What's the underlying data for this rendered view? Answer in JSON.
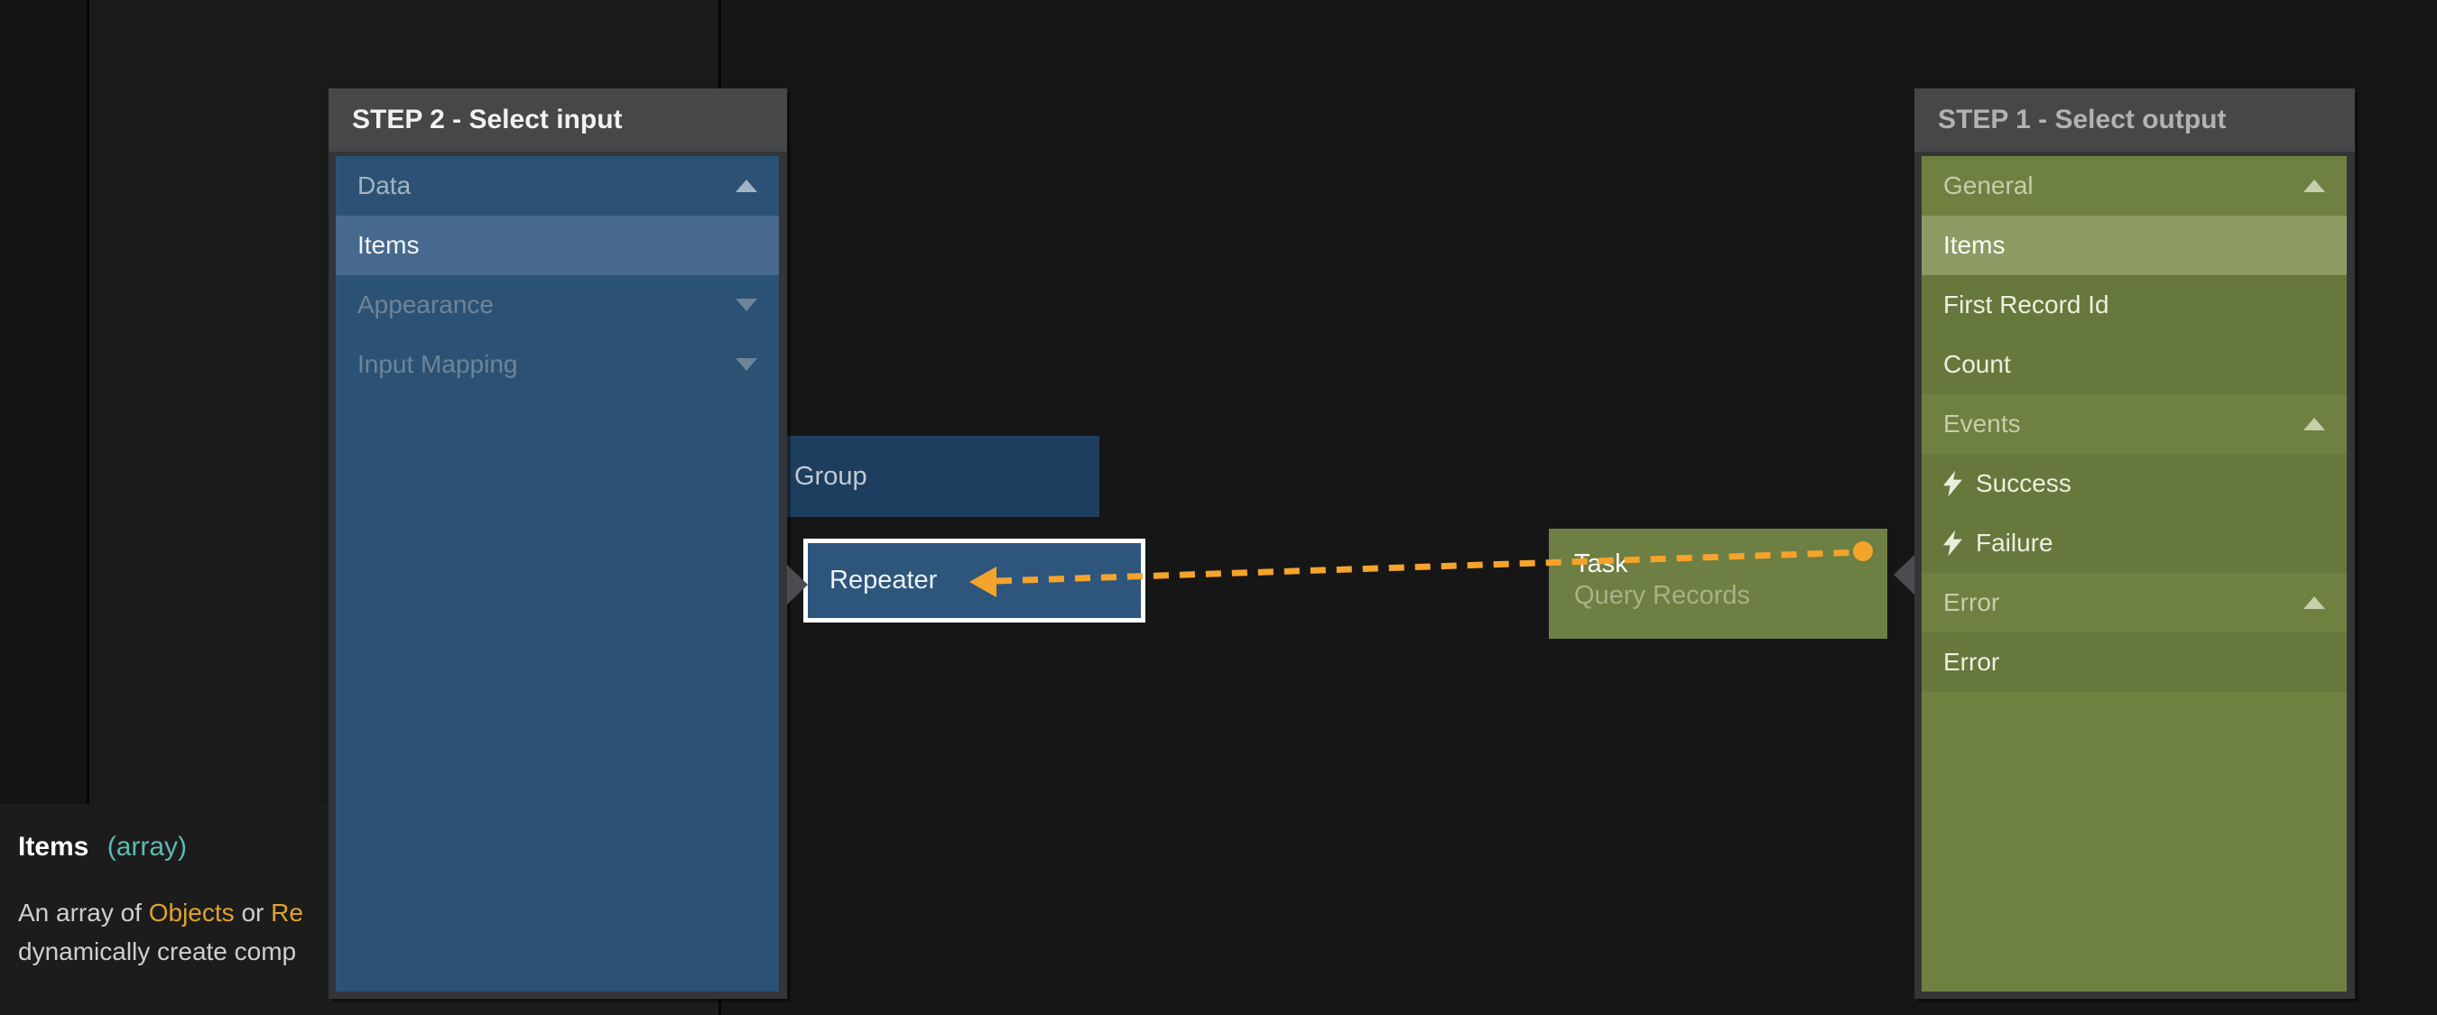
{
  "step2_panel": {
    "title": "STEP 2 - Select input",
    "rows": [
      {
        "label": "Data",
        "type": "section",
        "chevron": "up"
      },
      {
        "label": "Items",
        "type": "item",
        "selected": true
      },
      {
        "label": "Appearance",
        "type": "section",
        "chevron": "down",
        "muted": true
      },
      {
        "label": "Input Mapping",
        "type": "section",
        "chevron": "down",
        "muted": true
      }
    ]
  },
  "step1_panel": {
    "title": "STEP 1 - Select output",
    "rows": [
      {
        "label": "General",
        "type": "section",
        "chevron": "up"
      },
      {
        "label": "Items",
        "type": "item",
        "selected": true
      },
      {
        "label": "First Record Id",
        "type": "item"
      },
      {
        "label": "Count",
        "type": "item"
      },
      {
        "label": "Events",
        "type": "section",
        "chevron": "up"
      },
      {
        "label": "Success",
        "type": "item",
        "icon": "lightning"
      },
      {
        "label": "Failure",
        "type": "item",
        "icon": "lightning"
      },
      {
        "label": "Error",
        "type": "section",
        "chevron": "up"
      },
      {
        "label": "Error",
        "type": "item"
      }
    ]
  },
  "nodes": {
    "group": {
      "label": "Group"
    },
    "repeater": {
      "label": "Repeater"
    },
    "task": {
      "title": "Task",
      "subtitle": "Query Records"
    }
  },
  "tooltip": {
    "title": "Items",
    "type": "(array)",
    "line1": [
      {
        "t": "An array of ",
        "c": "plain"
      },
      {
        "t": "Objects",
        "c": "link"
      },
      {
        "t": " or ",
        "c": "plain"
      },
      {
        "t": "Re",
        "c": "link"
      }
    ],
    "line2": "dynamically create comp"
  },
  "colors": {
    "connector_orange": "#f5a42b",
    "link_orange": "#dfa32b",
    "type_teal": "#5eb9b0",
    "panel_header_gray": "#454749",
    "step2_blue": "#2b5274",
    "step2_selected_blue": "#47698d",
    "step1_olive": "#6f8141",
    "step1_item_olive": "#66783c",
    "step1_selected_olive": "#8b9b63",
    "group_navy": "#1e3e5f",
    "repeater_blue": "#2e567c",
    "task_olive": "#6d7f42",
    "canvas_dark": "#161617"
  }
}
